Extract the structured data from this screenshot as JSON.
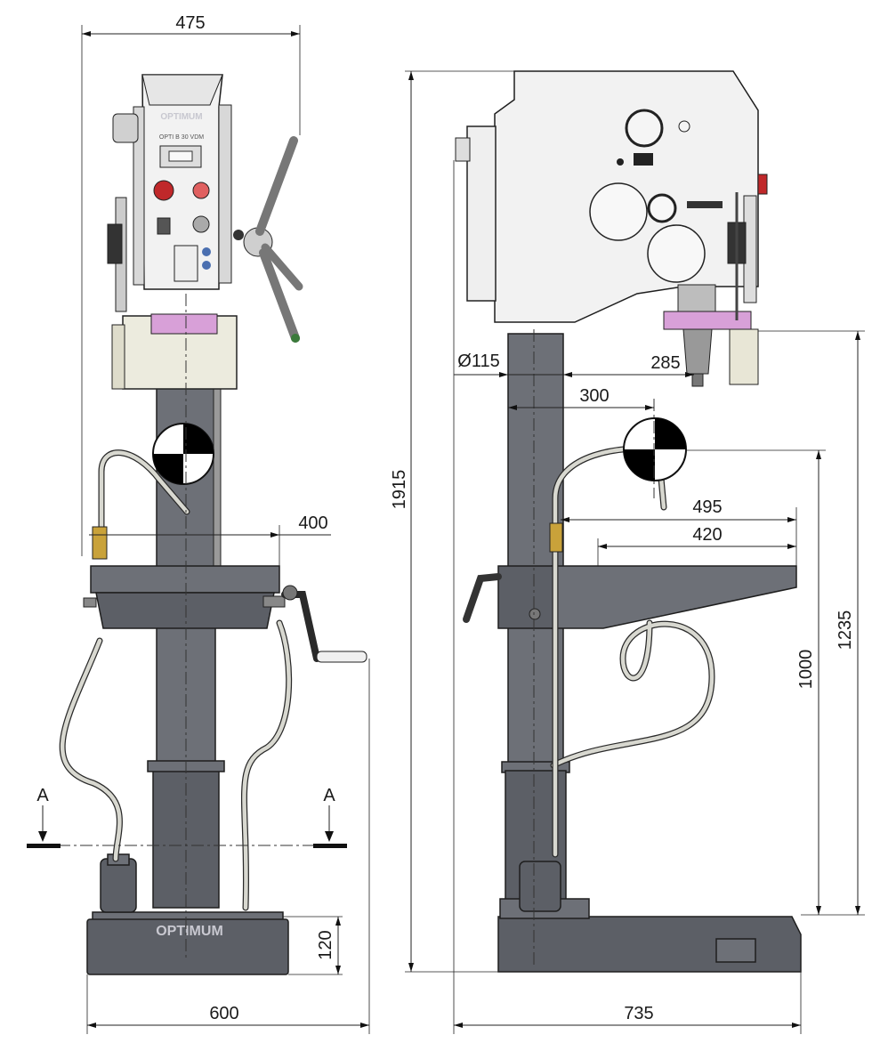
{
  "front_view": {
    "brand_label": "OPTIMUM",
    "head_brand": "OPTIMUM",
    "model_label": "OPTI B 30 VDM",
    "width_top": "475",
    "table_reach": "400",
    "base_height": "120",
    "base_width": "600",
    "section_marker_left": "A",
    "section_marker_right": "A"
  },
  "side_view": {
    "total_height": "1915",
    "column_diameter": "Ø115",
    "spindle_to_column": "285",
    "spindle_offset": "300",
    "reach_495": "495",
    "reach_420": "420",
    "spindle_height": "1235",
    "table_height": "1000",
    "base_depth": "735"
  },
  "colors": {
    "body": "#5c5f66",
    "head": "#f2f2f2",
    "accent": "#d8a0d8",
    "line": "#1e1e1e"
  }
}
